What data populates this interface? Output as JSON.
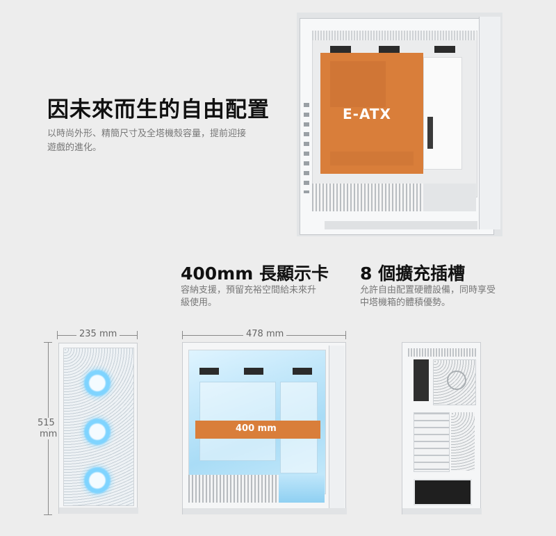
{
  "hero": {
    "title": "因未來而生的自由配置",
    "subtitle_line1": "以時尚外形、精簡尺寸及全塔機殼容量，提前迎接",
    "subtitle_line2": "遊戲的進化。",
    "board_label": "E-ATX"
  },
  "features": [
    {
      "title": "400mm 長顯示卡",
      "desc_line1": "容納支援，預留充裕空間給未來升",
      "desc_line2": "級使用。"
    },
    {
      "title": "8 個擴充插槽",
      "desc_line1": "允許自由配置硬體設備，同時享受",
      "desc_line2": "中塔機箱的體積優勢。"
    }
  ],
  "dimensions": {
    "width": "235 mm",
    "depth": "478 mm",
    "height_value": "515",
    "height_unit": "mm",
    "gpu_length": "400 mm"
  },
  "colors": {
    "background": "#ededed",
    "accent_orange": "#d97e3a",
    "fan_glow": "#7fd4ff"
  }
}
